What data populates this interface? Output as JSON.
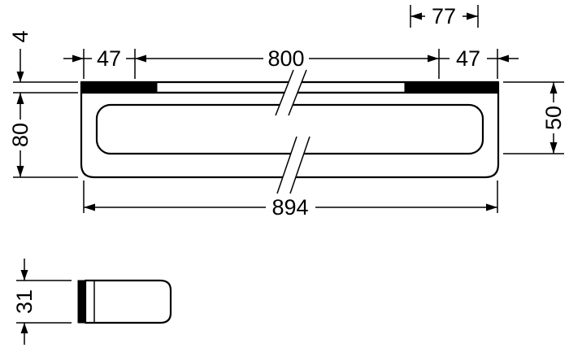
{
  "drawing": {
    "colors": {
      "line": "#000000",
      "background": "#ffffff"
    },
    "dimensions": {
      "top_bracket_width": "77",
      "flange_thickness": "4",
      "left_end_offset": "47",
      "fixing_centres": "800",
      "right_end_offset": "47",
      "overall_height": "80",
      "rail_height": "50",
      "overall_length": "894",
      "profile_depth": "31"
    }
  }
}
